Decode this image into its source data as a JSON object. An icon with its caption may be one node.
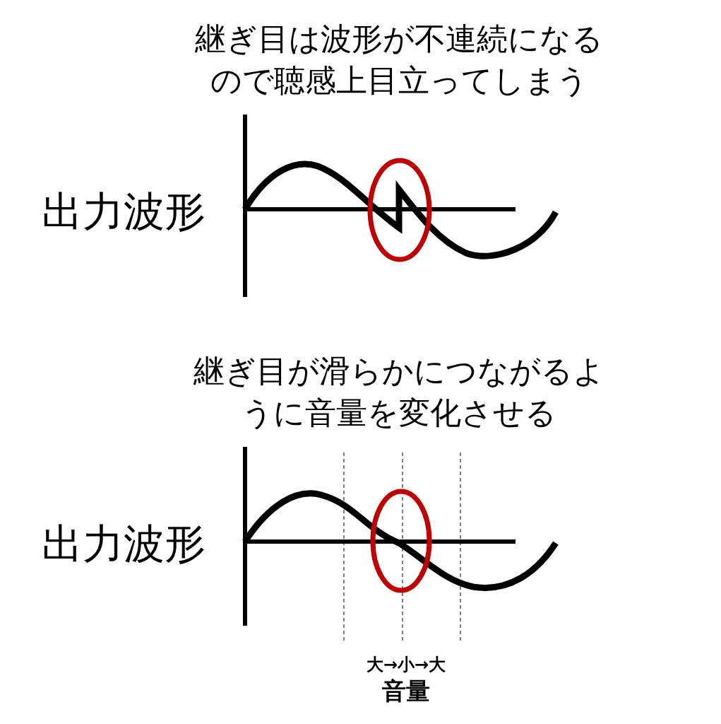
{
  "diagram": {
    "labels": [
      "継ぎ目は波形が不連続になるので聴感上目立ってしまう",
      "出力波形",
      "継ぎ目が滑らかにつながるように音量を変化させる",
      "出力波形",
      "大→小→大",
      "音量"
    ]
  }
}
